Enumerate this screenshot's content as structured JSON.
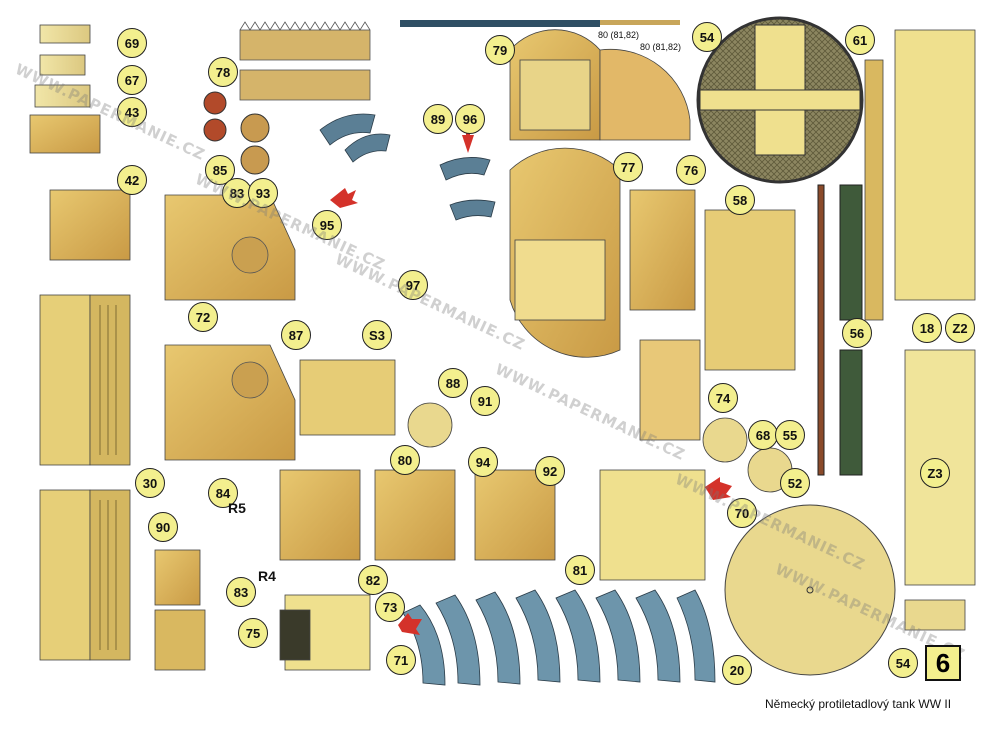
{
  "caption": "Německý protiletadlový tank WW II",
  "sheet_number": "6",
  "watermark": "WWW.PAPERMANIE.CZ",
  "colors": {
    "ochre": "#d9b45a",
    "sand": "#efe09a",
    "steel": "#5b7f95",
    "grid": "#6c6640",
    "label": "#f3ef8e"
  },
  "part_labels": [
    "69",
    "67",
    "43",
    "42",
    "78",
    "79",
    "85",
    "83",
    "93",
    "95",
    "89",
    "96",
    "77",
    "76",
    "61",
    "54",
    "97",
    "72",
    "87",
    "S3",
    "88",
    "91",
    "84",
    "80",
    "94",
    "92",
    "74",
    "68",
    "55",
    "58",
    "56",
    "18",
    "Z2",
    "Z3",
    "52",
    "30",
    "90",
    "R5",
    "R4",
    "83",
    "75",
    "82",
    "81",
    "73",
    "71",
    "70",
    "20",
    "54"
  ],
  "dimension_marks": [
    "80 (81,82)",
    "80 (81,82)"
  ]
}
